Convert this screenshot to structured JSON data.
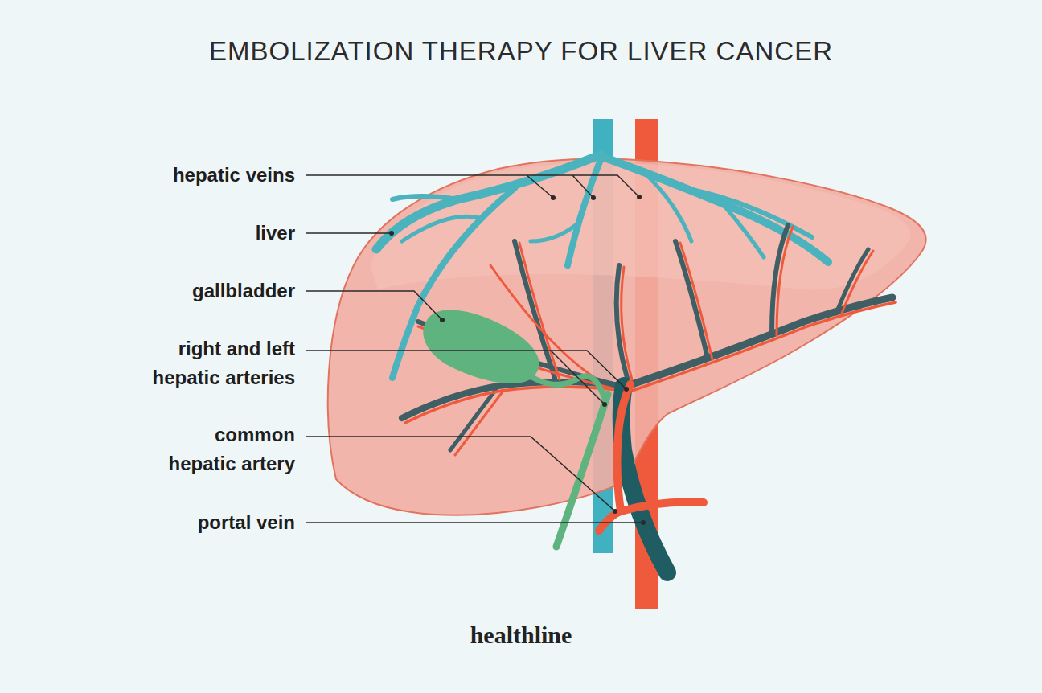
{
  "diagram": {
    "title": "EMBOLIZATION THERAPY FOR LIVER CANCER",
    "labels": [
      "hepatic veins",
      "liver",
      "gallbladder",
      "right and left hepatic arteries",
      "common hepatic artery",
      "portal vein",
      "healthline"
    ]
  }
}
